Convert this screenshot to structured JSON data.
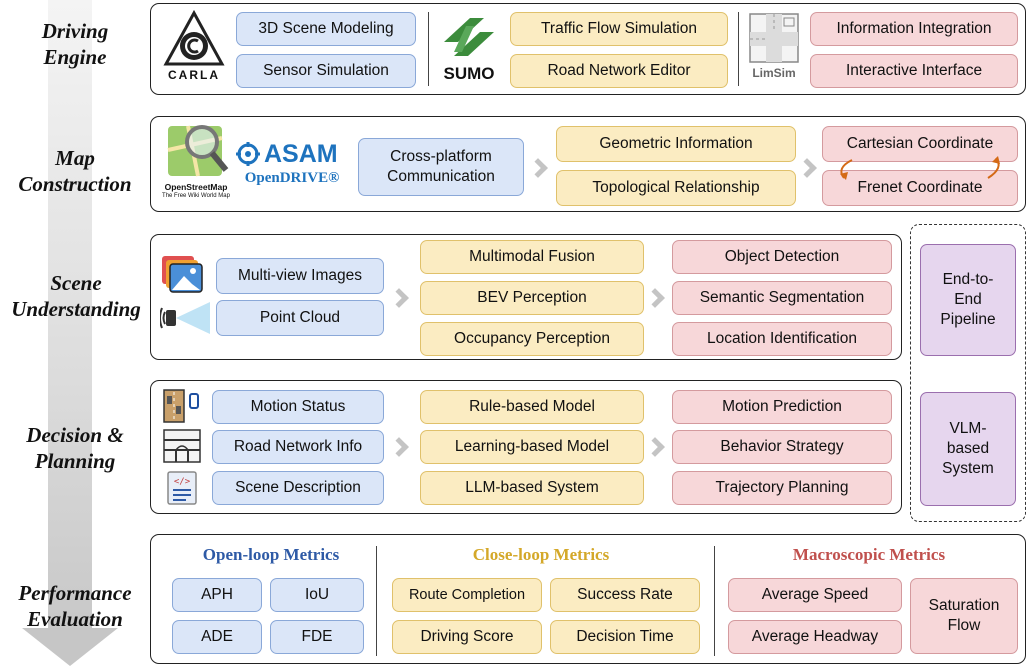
{
  "stages": [
    "Driving",
    "Engine",
    "Map",
    "Construction",
    "Scene",
    "Understanding",
    "Decision &",
    "Planning",
    "Performance",
    "Evaluation"
  ],
  "driving_engine": {
    "carla_label": "CARLA",
    "carla_items": [
      "3D Scene Modeling",
      "Sensor Simulation"
    ],
    "sumo_label": "SUMO",
    "sumo_items": [
      "Traffic Flow Simulation",
      "Road Network Editor"
    ],
    "limsim_label": "LimSim",
    "limsim_items": [
      "Information Integration",
      "Interactive Interface"
    ]
  },
  "map_construction": {
    "osm_title": "OpenStreetMap",
    "osm_sub": "The Free Wiki World Map",
    "asam": "ASAM",
    "opendrive": "OpenDRIVE®",
    "communication": [
      "Cross-platform",
      "Communication"
    ],
    "info_items": [
      "Geometric Information",
      "Topological Relationship"
    ],
    "coord_items": [
      "Cartesian  Coordinate",
      "Frenet Coordinate"
    ]
  },
  "scene_understanding": {
    "inputs": [
      "Multi-view Images",
      "Point Cloud"
    ],
    "methods": [
      "Multimodal Fusion",
      "BEV Perception",
      "Occupancy Perception"
    ],
    "tasks": [
      "Object Detection",
      "Semantic Segmentation",
      "Location Identification"
    ]
  },
  "decision_planning": {
    "inputs": [
      "Motion Status",
      "Road Network Info",
      "Scene Description"
    ],
    "models": [
      "Rule-based Model",
      "Learning-based Model",
      "LLM-based System"
    ],
    "outputs": [
      "Motion Prediction",
      "Behavior Strategy",
      "Trajectory Planning"
    ]
  },
  "side": {
    "end_to_end": [
      "End-to-",
      "End",
      "Pipeline"
    ],
    "vlm": [
      "VLM-",
      "based",
      "System"
    ]
  },
  "performance": {
    "open_loop_title": "Open-loop Metrics",
    "open_loop": [
      "APH",
      "IoU",
      "ADE",
      "FDE"
    ],
    "close_loop_title": "Close-loop Metrics",
    "close_loop": [
      "Route Completion",
      "Success Rate",
      "Driving Score",
      "Decision Time"
    ],
    "macro_title": "Macroscopic Metrics",
    "macro": [
      "Average Speed",
      "Average Headway"
    ],
    "saturation": [
      "Saturation",
      "Flow"
    ]
  },
  "colors": {
    "blue": "#dbe6f8",
    "yellow": "#fbecc2",
    "red": "#f7d7d9",
    "purple": "#e6d6ee",
    "open_title": "#2e5aa6",
    "close_title": "#d4a829",
    "macro_title": "#c0504d",
    "asam": "#1e73be",
    "sumo_green": "#3c8c3c"
  }
}
